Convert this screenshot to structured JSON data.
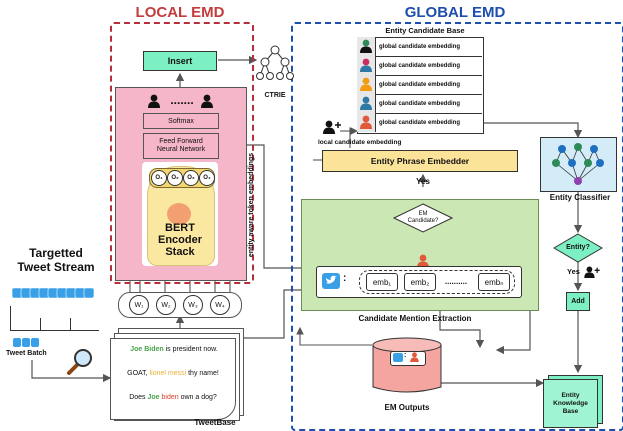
{
  "sections": {
    "local_title": "LOCAL EMD",
    "global_title": "GLOBAL EMD"
  },
  "local": {
    "insert": "Insert",
    "dots": ".......",
    "softmax": "Softmax",
    "ffnn_line1": "Feed Forward",
    "ffnn_line2": "Neural Network",
    "o_labels": [
      "O₁",
      "O₂",
      "O₃",
      "O₄"
    ],
    "bert_line1": "BERT",
    "bert_line2": "Encoder",
    "bert_line3": "Stack",
    "w_labels": [
      "W₁",
      "W₂",
      "W₃",
      "W₄"
    ],
    "token_embeddings_label": "entity aware token embeddings"
  },
  "ctrie_label": "CTRIE",
  "stream": {
    "title_line1": "Targetted",
    "title_line2": "Tweet Stream",
    "batch_label": "Tweet Batch"
  },
  "tweetbase": {
    "label": "TweetBase",
    "tweets": [
      {
        "entity": "Joe Biden",
        "entity_color": "#4ca24c",
        "rest": " is president now."
      },
      {
        "prefix": "GOAT, ",
        "entity": "lionel messi",
        "entity_color": "#e7b23a",
        "rest": " thy name!"
      },
      {
        "prefix": "Does ",
        "entity": "Joe",
        "entity_color": "#4ca24c",
        "mid": " biden",
        "mid_color": "#d9402f",
        "rest": " own a dog?"
      }
    ]
  },
  "global": {
    "ecb_title": "Entity Candidate Base",
    "candidate_label": "global candidate embedding",
    "candidate_colors": [
      "#2e8b57",
      "#d02b5f",
      "#f39c12",
      "#2e7aa6",
      "#e05a3a"
    ],
    "local_candidate_label": "local candidate embedding",
    "phrase_embedder": "Entity Phrase Embedder",
    "yes_label": "Yes",
    "em_candidate_line1": "EM",
    "em_candidate_line2": "Candidate?",
    "embs": [
      "emb₁",
      "emb₂",
      "embₙ"
    ],
    "emb_dots": "..........",
    "cme_label": "Candidate Mention Extraction",
    "em_outputs": "EM Outputs",
    "entity_classifier": "Entity Classifier",
    "entity_q": "Entity?",
    "yes2": "Yes",
    "add": "Add",
    "ekb_line1": "Entity",
    "ekb_line2": "Knowledge",
    "ekb_line3": "Base"
  },
  "colors": {
    "local_border": "#b5303a",
    "global_border": "#1f4fae",
    "bert_bg": "#f4b6c8",
    "mint": "#7df0c3",
    "yellow": "#fbe39a",
    "green_panel": "#cbe8b4",
    "classifier_bg": "#d4ecf7",
    "em_outputs": "#f4a5a0"
  }
}
